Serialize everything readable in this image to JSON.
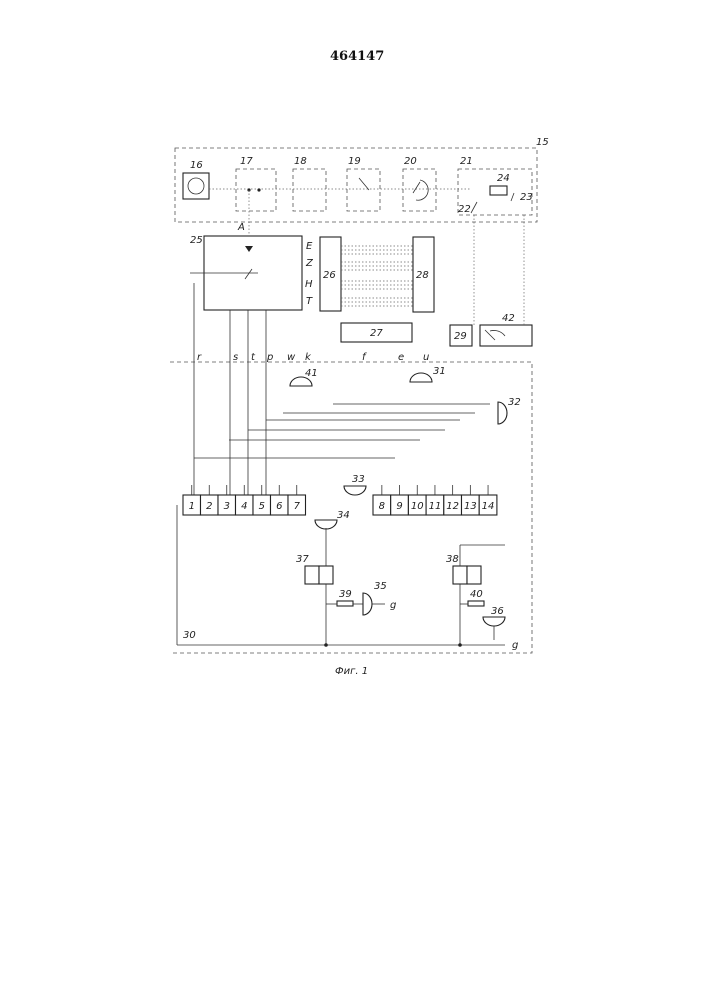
{
  "patent_number": "464147",
  "caption": "Фиг. 1",
  "blocks": {
    "b15": "15",
    "b16": "16",
    "b17": "17",
    "b18": "18",
    "b19": "19",
    "b20": "20",
    "b21": "21",
    "b22": "22",
    "b23": "23",
    "b24": "24",
    "b25": "25",
    "b26": "26",
    "b27": "27",
    "b28": "28",
    "b29": "29",
    "b30": "30",
    "b31": "31",
    "b32": "32",
    "b33": "33",
    "b34": "34",
    "b35": "35",
    "b36": "36",
    "b37": "37",
    "b38": "38",
    "b39": "39",
    "b40": "40",
    "b41": "41",
    "b42": "42"
  },
  "signals": {
    "A": "A",
    "E": "E",
    "Z": "Z",
    "H": "H",
    "T": "T"
  },
  "terminals": {
    "r": "r",
    "s": "s",
    "t": "t",
    "p": "p",
    "w": "w",
    "k": "k",
    "f": "f",
    "e": "e",
    "u": "u",
    "g1": "g",
    "g2": "g"
  },
  "register_left": [
    "1",
    "2",
    "3",
    "4",
    "5",
    "6",
    "7"
  ],
  "register_right": [
    "8",
    "9",
    "10",
    "11",
    "12",
    "13",
    "14"
  ]
}
